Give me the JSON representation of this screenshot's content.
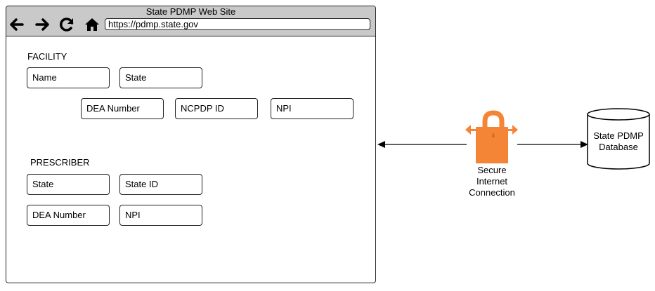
{
  "window": {
    "title": "State PDMP Web Site",
    "url": "https://pdmp.state.gov"
  },
  "facility": {
    "heading": "FACILITY",
    "fields": [
      "Name",
      "State",
      "DEA Number",
      "NCPDP ID",
      "NPI"
    ]
  },
  "prescriber": {
    "heading": "PRESCRIBER",
    "fields": [
      "State",
      "State ID",
      "DEA Number",
      "NPI"
    ]
  },
  "connection": {
    "label_line1": "Secure",
    "label_line2": "Internet",
    "label_line3": "Connection",
    "icon": "padlock-icon",
    "color": "#f58536"
  },
  "database": {
    "label_line1": "State PDMP",
    "label_line2": "Database",
    "icon": "database-cylinder"
  }
}
